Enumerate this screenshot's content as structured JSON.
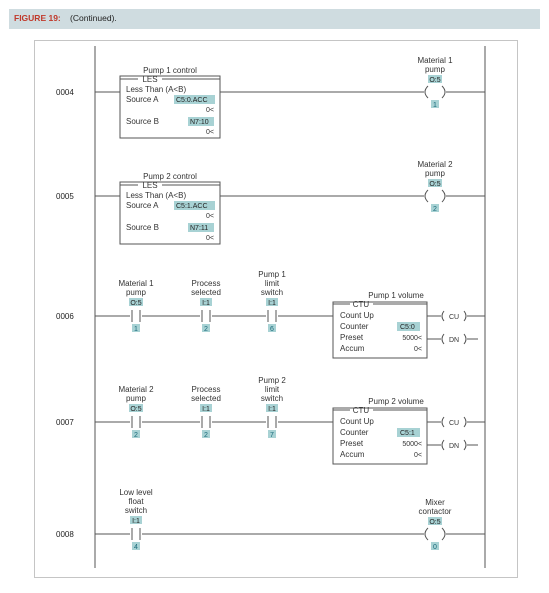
{
  "figure": {
    "label": "FIGURE 19:",
    "subtitle": "(Continued)."
  },
  "rungs": [
    {
      "number": "0004",
      "block": {
        "title": "Pump 1 control",
        "type": "LES",
        "desc": "Less Than (A<B)",
        "a_label": "Source A",
        "a_addr": "C5:0.ACC",
        "a_val": "0<",
        "b_label": "Source B",
        "b_addr": "N7:10",
        "b_val": "0<"
      },
      "output": {
        "name1": "Material 1",
        "name2": "pump",
        "addr": "O:5",
        "bit": "1"
      }
    },
    {
      "number": "0005",
      "block": {
        "title": "Pump 2 control",
        "type": "LES",
        "desc": "Less Than (A<B)",
        "a_label": "Source A",
        "a_addr": "C5:1.ACC",
        "a_val": "0<",
        "b_label": "Source B",
        "b_addr": "N7:11",
        "b_val": "0<"
      },
      "output": {
        "name1": "Material 2",
        "name2": "pump",
        "addr": "O:5",
        "bit": "2"
      }
    },
    {
      "number": "0006",
      "contacts": [
        {
          "l1": "",
          "l2": "Material 1",
          "l3": "pump",
          "addr": "O:5",
          "bit": "1"
        },
        {
          "l1": "",
          "l2": "Process",
          "l3": "selected",
          "addr": "I:1",
          "bit": "2"
        },
        {
          "l1": "Pump 1",
          "l2": "limit",
          "l3": "switch",
          "addr": "I:1",
          "bit": "6"
        }
      ],
      "ctu": {
        "title": "Pump 1 volume",
        "type": "CTU",
        "desc": "Count Up",
        "counter_label": "Counter",
        "counter": "C5:0",
        "preset_label": "Preset",
        "preset": "5000<",
        "accum_label": "Accum",
        "accum": "0<",
        "cu": "CU",
        "dn": "DN"
      }
    },
    {
      "number": "0007",
      "contacts": [
        {
          "l1": "",
          "l2": "Material 2",
          "l3": "pump",
          "addr": "O:5",
          "bit": "2"
        },
        {
          "l1": "",
          "l2": "Process",
          "l3": "selected",
          "addr": "I:1",
          "bit": "2"
        },
        {
          "l1": "Pump 2",
          "l2": "limit",
          "l3": "switch",
          "addr": "I:1",
          "bit": "7"
        }
      ],
      "ctu": {
        "title": "Pump 2 volume",
        "type": "CTU",
        "desc": "Count Up",
        "counter_label": "Counter",
        "counter": "C5:1",
        "preset_label": "Preset",
        "preset": "5000<",
        "accum_label": "Accum",
        "accum": "0<",
        "cu": "CU",
        "dn": "DN"
      }
    },
    {
      "number": "0008",
      "contact": {
        "l1": "Low level",
        "l2": "float",
        "l3": "switch",
        "addr": "I:1",
        "bit": "4"
      },
      "output": {
        "name1": "Mixer",
        "name2": "contactor",
        "addr": "O:5",
        "bit": "0"
      }
    }
  ]
}
